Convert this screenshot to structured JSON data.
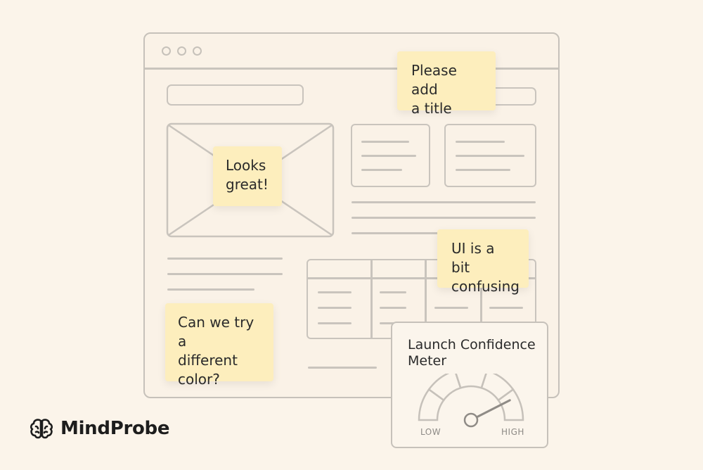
{
  "notes": {
    "title_note": [
      "Please add",
      "a title"
    ],
    "looks_note": [
      "Looks",
      "great!"
    ],
    "ui_note": [
      "UI is a bit",
      "confusing"
    ],
    "color_note": [
      "Can we try a",
      "different",
      "color?"
    ]
  },
  "meter": {
    "title": [
      "Launch Confidence",
      "Meter"
    ],
    "low_label": "LOW",
    "high_label": "HIGH",
    "level": 0.85
  },
  "brand": {
    "name": "MindProbe",
    "icon": "brain-icon"
  },
  "colors": {
    "sticky": "#fdeebd",
    "wire": "#c9c4bd",
    "background": "#fbf4ea"
  }
}
